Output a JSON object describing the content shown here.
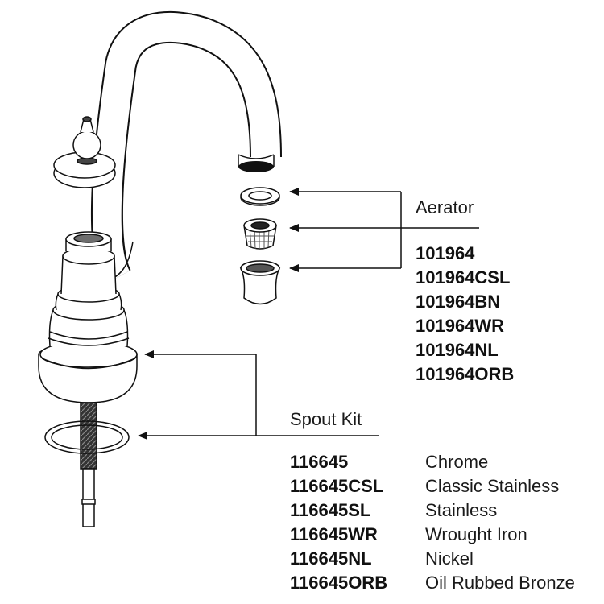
{
  "aerator": {
    "heading": "Aerator",
    "parts": [
      "101964",
      "101964CSL",
      "101964BN",
      "101964WR",
      "101964NL",
      "101964ORB"
    ]
  },
  "spout_kit": {
    "heading": "Spout Kit",
    "rows": [
      {
        "part": "116645",
        "finish": "Chrome"
      },
      {
        "part": "116645CSL",
        "finish": "Classic Stainless"
      },
      {
        "part": "116645SL",
        "finish": "Stainless"
      },
      {
        "part": "116645WR",
        "finish": "Wrought Iron"
      },
      {
        "part": "116645NL",
        "finish": "Nickel"
      },
      {
        "part": "116645ORB",
        "finish": "Oil Rubbed Bronze"
      }
    ]
  },
  "colors": {
    "line": "#111111",
    "fill": "#ffffff",
    "shade": "#6e6e6e"
  }
}
